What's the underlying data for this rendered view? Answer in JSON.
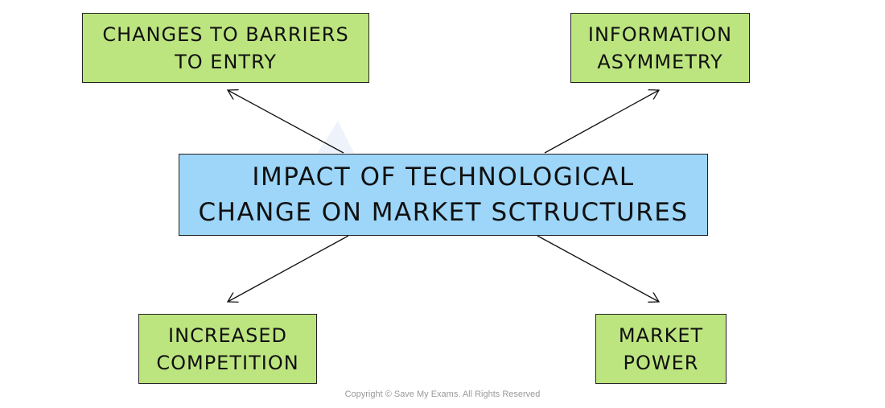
{
  "center": {
    "line1": "IMPACT OF TECHNOLOGICAL",
    "line2": "CHANGE ON MARKET SCTRUCTURES"
  },
  "nodes": {
    "top_left": {
      "line1": "CHANGES TO BARRIERS",
      "line2": "TO ENTRY"
    },
    "top_right": {
      "line1": "INFORMATION",
      "line2": "ASYMMETRY"
    },
    "bottom_left": {
      "line1": "INCREASED",
      "line2": "COMPETITION"
    },
    "bottom_right": {
      "line1": "MARKET",
      "line2": "POWER"
    }
  },
  "colors": {
    "outcome_fill": "#bde57f",
    "center_fill": "#9dd6f9",
    "stroke": "#222222"
  },
  "watermark": "Save My Exams",
  "copyright": "Copyright © Save My Exams. All Rights Reserved"
}
